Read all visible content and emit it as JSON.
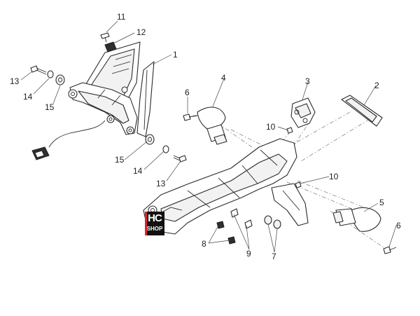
{
  "diagram": {
    "callouts": {
      "c1": "1",
      "c2": "2",
      "c3": "3",
      "c4": "4",
      "c5": "5",
      "c6a": "6",
      "c6b": "6",
      "c7": "7",
      "c8": "8",
      "c9": "9",
      "c10a": "10",
      "c10b": "10",
      "c11": "11",
      "c12": "12",
      "c13a": "13",
      "c13b": "13",
      "c14a": "14",
      "c14b": "14",
      "c15a": "15",
      "c15b": "15"
    },
    "logo": {
      "line1": "HC",
      "line2": "SHOP",
      "accent": "#d9242b"
    },
    "colors": {
      "line": "#2a2a2a",
      "background": "#ffffff"
    }
  }
}
